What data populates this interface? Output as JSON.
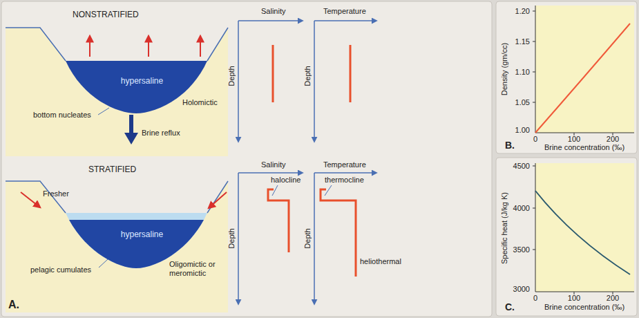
{
  "diagram": {
    "nodes": [
      {
        "text": [
          "hypersaline"
        ]
      },
      {
        "text": [
          "hypersaline"
        ]
      }
    ],
    "labels": [
      "NONSTRATIFIED",
      "Holomictic",
      "bottom nucleates",
      "Brine reflux",
      "Salinity",
      "Temperature",
      "Depth",
      "Depth",
      "STRATIFIED",
      "Fresher",
      "pelagic cumulates",
      "Oligomictic or meromictic",
      "Salinity",
      "Temperature",
      "Depth",
      "Depth",
      "halocline",
      "thermocline",
      "heliothermal",
      "A.",
      "1.20",
      "1.15",
      "1.10",
      "1.05",
      "1.00",
      "Density (gm/cc)",
      "0",
      "100",
      "200",
      "Brine concentration (‰)",
      "B.",
      "4500",
      "4000",
      "3500",
      "3000",
      "Specific heat (J/kg K)",
      "0",
      "100",
      "200",
      "Brine concentration (‰)",
      "C."
    ]
  }
}
